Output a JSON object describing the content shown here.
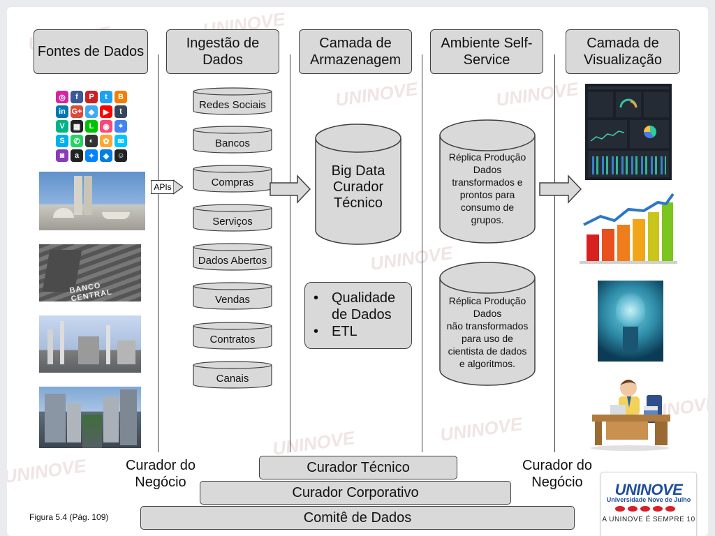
{
  "headers": {
    "fontes": "Fontes de Dados",
    "ingestao": "Ingestão de Dados",
    "armazenagem": "Camada de Armazenagem",
    "selfservice": "Ambiente Self-Service",
    "visualizacao": "Camada de Visualização"
  },
  "ingestion_items": [
    "Redes Sociais",
    "Bancos",
    "Compras",
    "Serviços",
    "Dados Abertos",
    "Vendas",
    "Contratos",
    "Canais"
  ],
  "apis_label": "APIs",
  "big_data": {
    "line1": "Big Data",
    "line2": "Curador",
    "line3": "Técnico"
  },
  "quality_box": {
    "item1": "Qualidade de Dados",
    "item2": "ETL"
  },
  "replica1": {
    "line1": "Réplica Produção",
    "line2": "Dados",
    "line3": "transformados e",
    "line4": "prontos para",
    "line5": "consumo de",
    "line6": "grupos."
  },
  "replica2": {
    "line1": "Réplica Produção",
    "line2": "Dados",
    "line3": "não transformados",
    "line4": "para uso de",
    "line5": "cientista de dados",
    "line6": "e algoritmos."
  },
  "curador_negocio_left": {
    "line1": "Curador do",
    "line2": "Negócio"
  },
  "curador_negocio_right": {
    "line1": "Curador do",
    "line2": "Negócio"
  },
  "pyramid": {
    "top": "Curador Técnico",
    "middle": "Curador Corporativo",
    "bottom": "Comitê de Dados"
  },
  "caption": "Figura 5.4  (Pág. 109)",
  "photo_banco_central_text": "BANCO CENTRAL",
  "logo": {
    "name": "UNINOVE",
    "subtitle": "Universidade Nove de Julho",
    "slogan": "A UNINOVE É SEMPRE 10"
  },
  "watermark_text": "UNINOVE",
  "social_icons": [
    "instagram-icon",
    "facebook-icon",
    "pinterest-icon",
    "twitter-icon",
    "blogger-icon",
    "linkedin-icon",
    "googleplus-icon",
    "periscope-icon",
    "youtube-icon",
    "tumblr-icon",
    "vine-icon",
    "blackberry-icon",
    "line-icon",
    "foursquare-icon",
    "maps-icon",
    "skype-icon",
    "whatsapp-icon",
    "phone-icon",
    "swarm-icon",
    "message-icon",
    "camera-icon",
    "amazon-icon",
    "messenger-icon",
    "dropbox-icon",
    "snapchat-icon"
  ],
  "colors": {
    "box_fill": "#d9d9d9",
    "border": "#404040",
    "brand_blue": "#1f4e9a",
    "brand_red": "#d6202a"
  }
}
